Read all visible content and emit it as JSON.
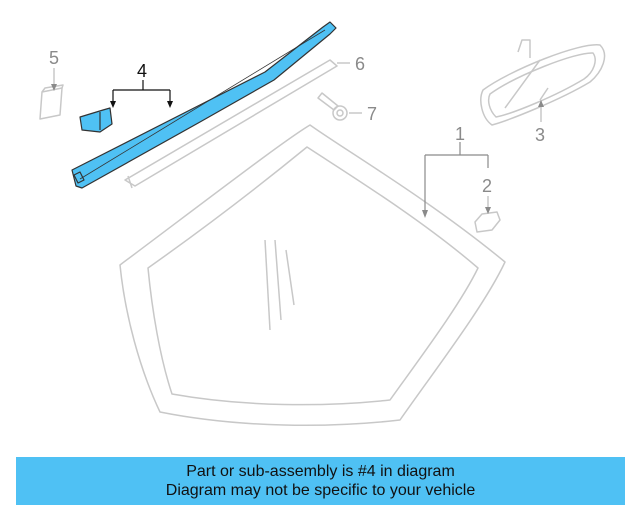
{
  "callouts": {
    "c1": "1",
    "c2": "2",
    "c3": "3",
    "c4": "4",
    "c5": "5",
    "c6": "6",
    "c7": "7"
  },
  "highlight_color": "#4fc1f4",
  "banner": {
    "line1": "Part or sub-assembly is #4 in diagram",
    "line2": "Diagram may not be specific to your vehicle"
  }
}
